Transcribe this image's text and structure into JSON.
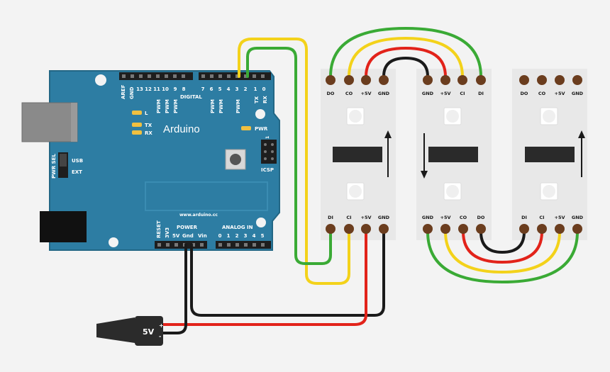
{
  "arduino": {
    "brand": "Arduino",
    "url": "www.arduino.cc",
    "aref": "AREF",
    "gnd": "GND",
    "pin13": "13",
    "pin12": "12",
    "pin11": "11",
    "pin10": "10",
    "pin9": "9",
    "pin8": "8",
    "digital": "DIGITAL",
    "pin7": "7",
    "pin6": "6",
    "pin5": "5",
    "pin4": "4",
    "pin3": "3",
    "pin2": "2",
    "pin1": "1",
    "pin0": "0",
    "pwm": "PWM",
    "tx": "TX",
    "rx": "RX",
    "led_l": "L",
    "led_tx": "TX",
    "led_rx": "RX",
    "pwr": "PWR",
    "pwr_sel": "PWR SEL",
    "usb": "USB",
    "ext": "EXT",
    "icsp": "ICSP",
    "icsp_1": "1",
    "reset": "RESET",
    "v3": "3V3",
    "power": "POWER",
    "v5": "5V",
    "gnd_p": "Gnd",
    "vin": "Vin",
    "analog_in": "ANALOG IN",
    "a0": "0",
    "a1": "1",
    "a2": "2",
    "a3": "3",
    "a4": "4",
    "a5": "5"
  },
  "supply": {
    "label": "5V",
    "plus": "+",
    "minus": "-"
  },
  "strip1": {
    "top": [
      "DO",
      "CO",
      "+5V",
      "GND"
    ],
    "bottom": [
      "DI",
      "CI",
      "+5V",
      "GND"
    ]
  },
  "strip2": {
    "top": [
      "GND",
      "+5V",
      "CI",
      "DI"
    ],
    "bottom": [
      "GND",
      "+5V",
      "CO",
      "DO"
    ]
  },
  "strip3": {
    "top": [
      "DO",
      "CO",
      "+5V",
      "GND"
    ],
    "bottom": [
      "DI",
      "CI",
      "+5V",
      "GND"
    ]
  },
  "colors": {
    "board": "#2d7da3",
    "board_edge": "#236785",
    "strip": "#e8e8e8",
    "wire_green": "#3aaa35",
    "wire_yellow": "#f3d21a",
    "wire_red": "#e2231a",
    "wire_black": "#1a1a1a",
    "pad": "#6b3d1e"
  }
}
